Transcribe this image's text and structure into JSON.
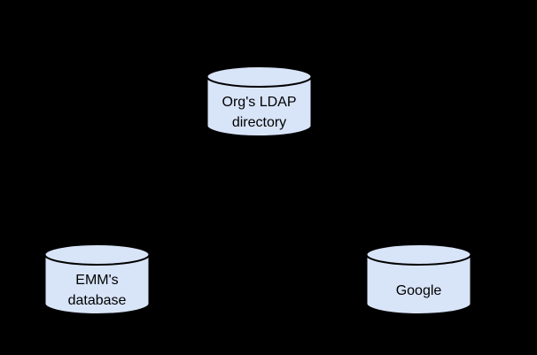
{
  "diagram": {
    "background_color": "#000000",
    "node_fill_color": "#d8e4f8",
    "node_stroke_color": "#000000",
    "text_color": "#000000",
    "nodes": [
      {
        "id": "org-ldap-directory",
        "shape": "database-cylinder",
        "lines": [
          "Org's LDAP",
          "directory"
        ]
      },
      {
        "id": "emm-database",
        "shape": "database-cylinder",
        "lines": [
          "EMM's",
          "database"
        ]
      },
      {
        "id": "google",
        "shape": "database-cylinder",
        "lines": [
          "Google"
        ]
      }
    ]
  }
}
